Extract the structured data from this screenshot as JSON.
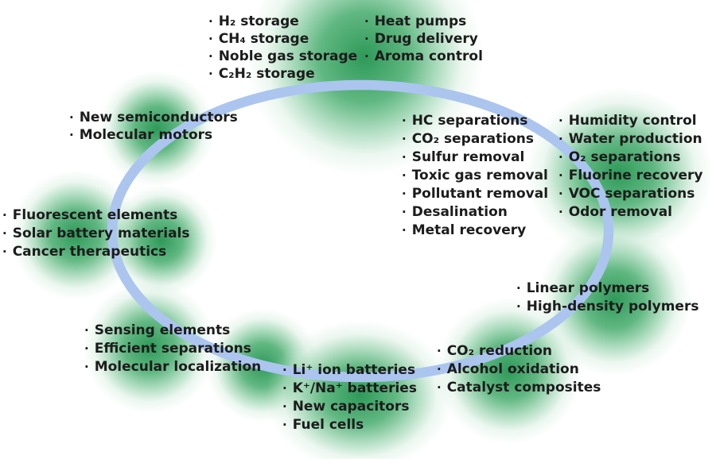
{
  "diagram": {
    "title_hidden": "",
    "bullet_char": "·",
    "colors": {
      "background": "#ffffff",
      "ring": "#abc5ef",
      "blob_green": "#2e9e59",
      "text": "#1c1c1c"
    },
    "groups": [
      {
        "id": "gas-storage",
        "items": [
          "H₂ storage",
          "CH₄ storage",
          "Noble gas storage",
          "C₂H₂ storage"
        ]
      },
      {
        "id": "delivery-control",
        "items": [
          "Heat pumps",
          "Drug delivery",
          "Aroma control"
        ]
      },
      {
        "id": "electronics",
        "items": [
          "New semiconductors",
          "Molecular motors"
        ]
      },
      {
        "id": "separations-removal",
        "items": [
          "HC separations",
          "CO₂ separations",
          "Sulfur removal",
          "Toxic gas removal",
          "Pollutant removal",
          "Desalination",
          "Metal recovery"
        ]
      },
      {
        "id": "air-water-treatment",
        "items": [
          "Humidity control",
          "Water production",
          "O₂ separations",
          "Fluorine recovery",
          "VOC separations",
          "Odor removal"
        ]
      },
      {
        "id": "optics-medicine",
        "items": [
          "Fluorescent elements",
          "Solar battery materials",
          "Cancer therapeutics"
        ]
      },
      {
        "id": "polymers",
        "items": [
          "Linear polymers",
          "High-density polymers"
        ]
      },
      {
        "id": "sensing",
        "items": [
          "Sensing elements",
          "Efficient separations",
          "Molecular localization"
        ]
      },
      {
        "id": "energy-storage",
        "items": [
          "Li⁺ ion batteries",
          "K⁺/Na⁺ batteries",
          "New capacitors",
          "Fuel cells"
        ]
      },
      {
        "id": "catalysis",
        "items": [
          "CO₂ reduction",
          "Alcohol oxidation",
          "Catalyst composites"
        ]
      }
    ]
  }
}
